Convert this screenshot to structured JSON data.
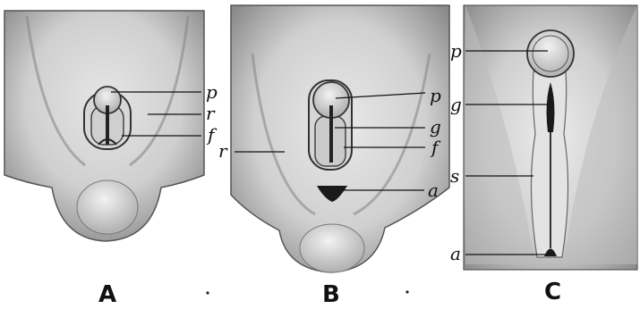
{
  "panels": [
    {
      "caption": "A",
      "labels": [
        "p",
        "r",
        "f"
      ]
    },
    {
      "caption": "B",
      "labels": [
        "p",
        "g",
        "r",
        "f",
        "a"
      ]
    },
    {
      "caption": "C",
      "labels": [
        "p",
        "g",
        "s",
        "a"
      ]
    }
  ]
}
